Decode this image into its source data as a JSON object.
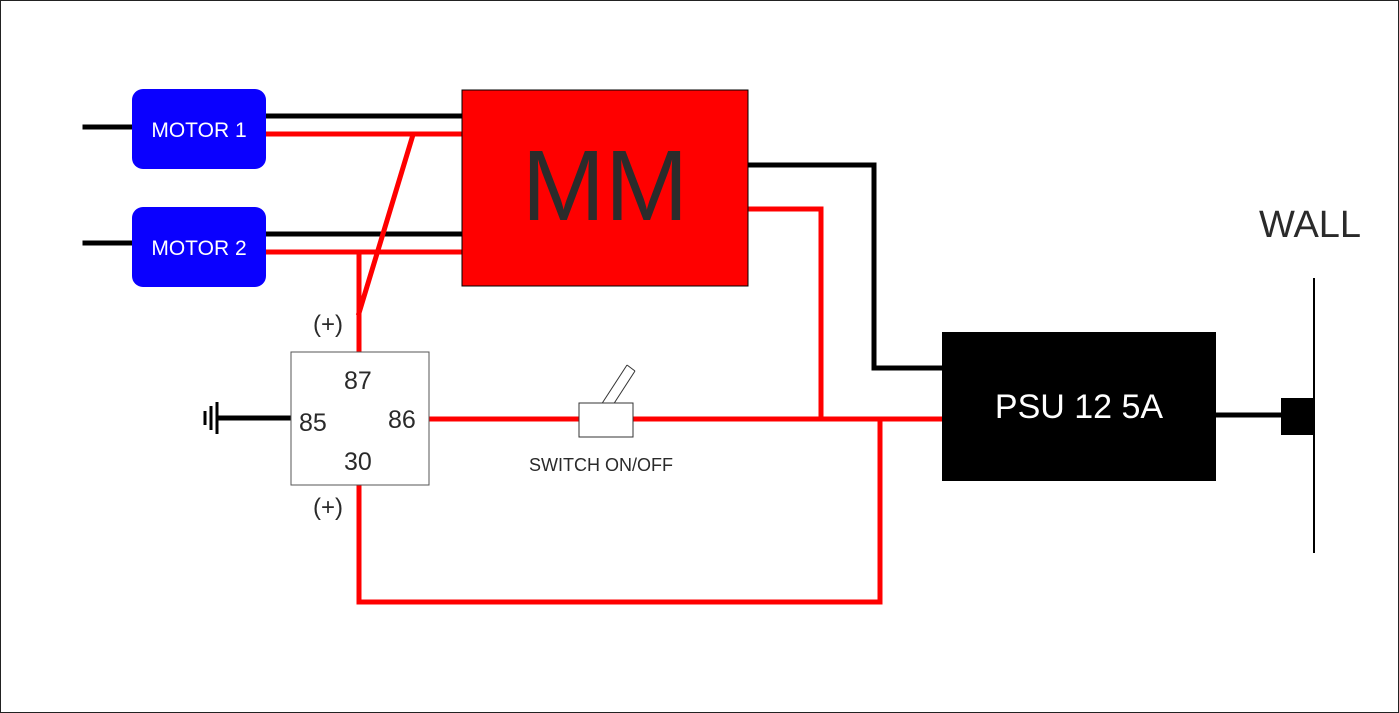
{
  "diagram": {
    "motor1": {
      "label": "MOTOR 1",
      "fill": "#0a00ff"
    },
    "motor2": {
      "label": "MOTOR 2",
      "fill": "#0a00ff"
    },
    "controller": {
      "label": "MM",
      "fill": "#ff0000"
    },
    "psu": {
      "label": "PSU 12 5A",
      "fill": "#000000"
    },
    "wall": {
      "label": "WALL"
    },
    "relay": {
      "pin_87": "87",
      "pin_85": "85",
      "pin_86": "86",
      "pin_30": "30",
      "polarity_top": "(+)",
      "polarity_bottom": "(+)"
    },
    "switch": {
      "label": "SWITCH ON/OFF"
    },
    "ground_icon": "ground-symbol",
    "colors": {
      "positive_wire": "#ff0000",
      "negative_wire": "#000000",
      "relay_border": "#555555"
    }
  }
}
